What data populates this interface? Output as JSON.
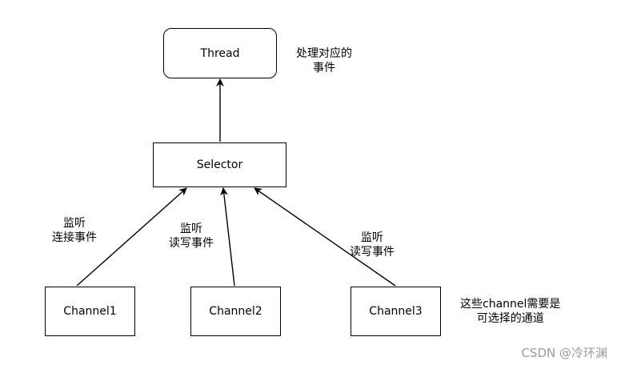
{
  "nodes": {
    "thread": {
      "label": "Thread"
    },
    "selector": {
      "label": "Selector"
    },
    "channel1": {
      "label": "Channel1"
    },
    "channel2": {
      "label": "Channel2"
    },
    "channel3": {
      "label": "Channel3"
    }
  },
  "notes": {
    "thread_note": {
      "line1": "处理对应的",
      "line2": "事件"
    },
    "edge1_label": {
      "line1": "监听",
      "line2": "连接事件"
    },
    "edge2_label": {
      "line1": "监听",
      "line2": "读写事件"
    },
    "edge3_label": {
      "line1": "监听",
      "line2": "读写事件"
    },
    "channels_note": {
      "line1": "这些channel需要是",
      "line2": "可选择的通道"
    }
  },
  "watermark": "CSDN @冷环渊",
  "colors": {
    "stroke": "#000000",
    "watermark": "#9a9a9a"
  }
}
